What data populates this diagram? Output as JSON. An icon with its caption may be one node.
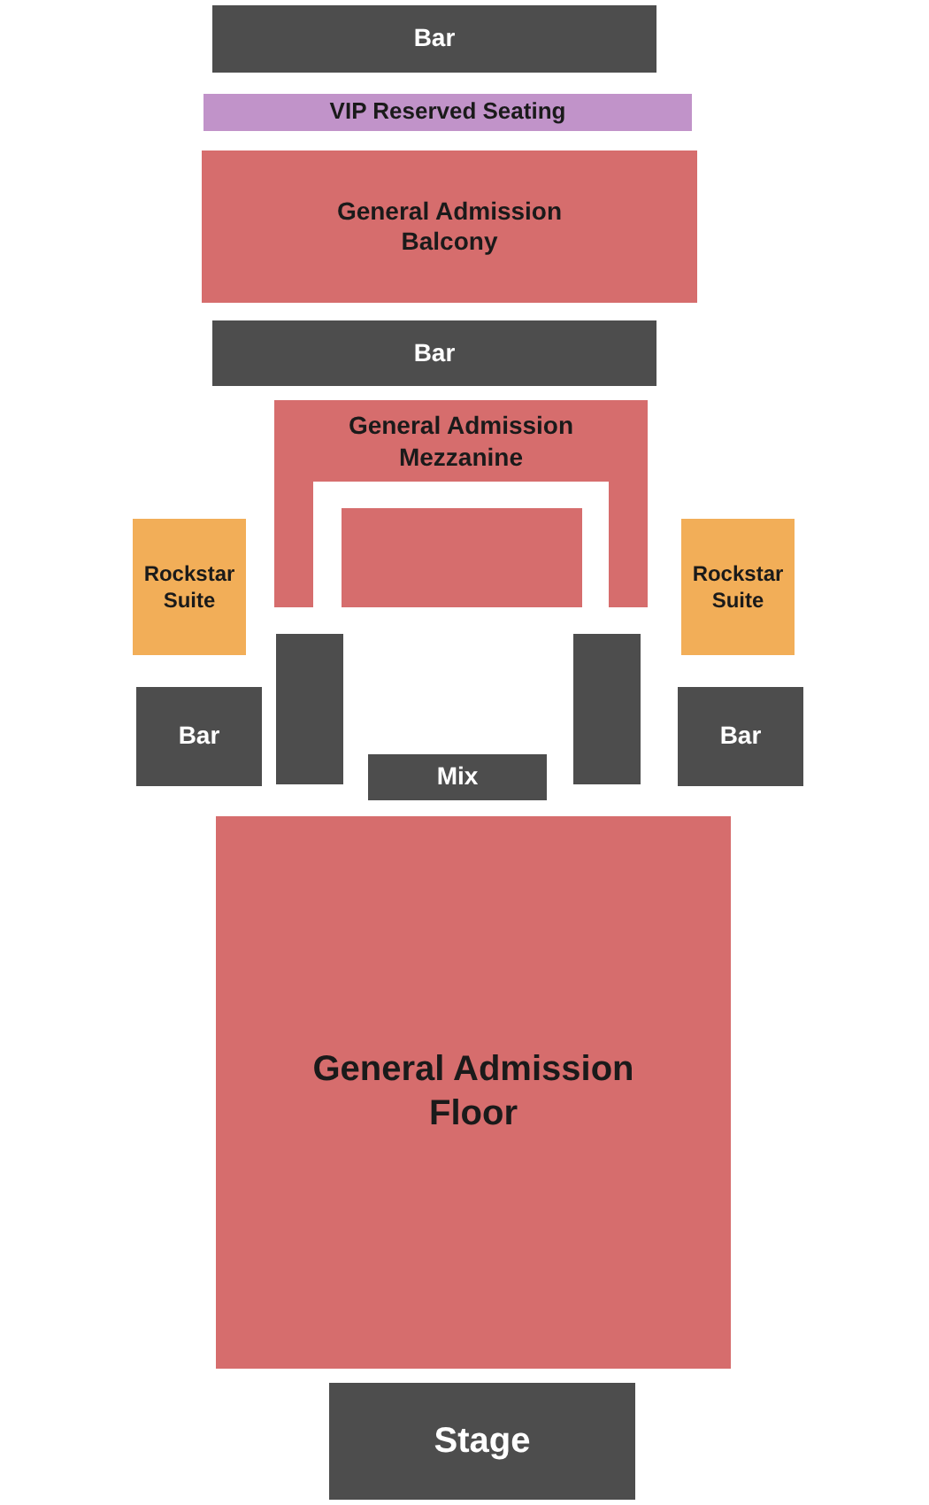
{
  "diagram": {
    "nodes": [
      {
        "text": [
          "Bar"
        ]
      },
      {
        "text": [
          "VIP Reserved Seating"
        ]
      },
      {
        "text": [
          "General Admission Balcony"
        ]
      },
      {
        "text": [
          "Bar"
        ]
      },
      {
        "text": [
          "General Admission Mezzanine"
        ]
      },
      {
        "text": [],
        "shape": "box"
      },
      {
        "text": [
          "Rockstar Suite"
        ]
      },
      {
        "text": [
          "Rockstar Suite"
        ]
      },
      {
        "text": [],
        "shape": "box"
      },
      {
        "text": [],
        "shape": "box"
      },
      {
        "text": [
          "Bar"
        ]
      },
      {
        "text": [
          "Bar"
        ]
      },
      {
        "text": [
          "Mix"
        ]
      },
      {
        "text": [
          "General Admission Floor"
        ]
      },
      {
        "text": [
          "Stage"
        ]
      }
    ]
  }
}
